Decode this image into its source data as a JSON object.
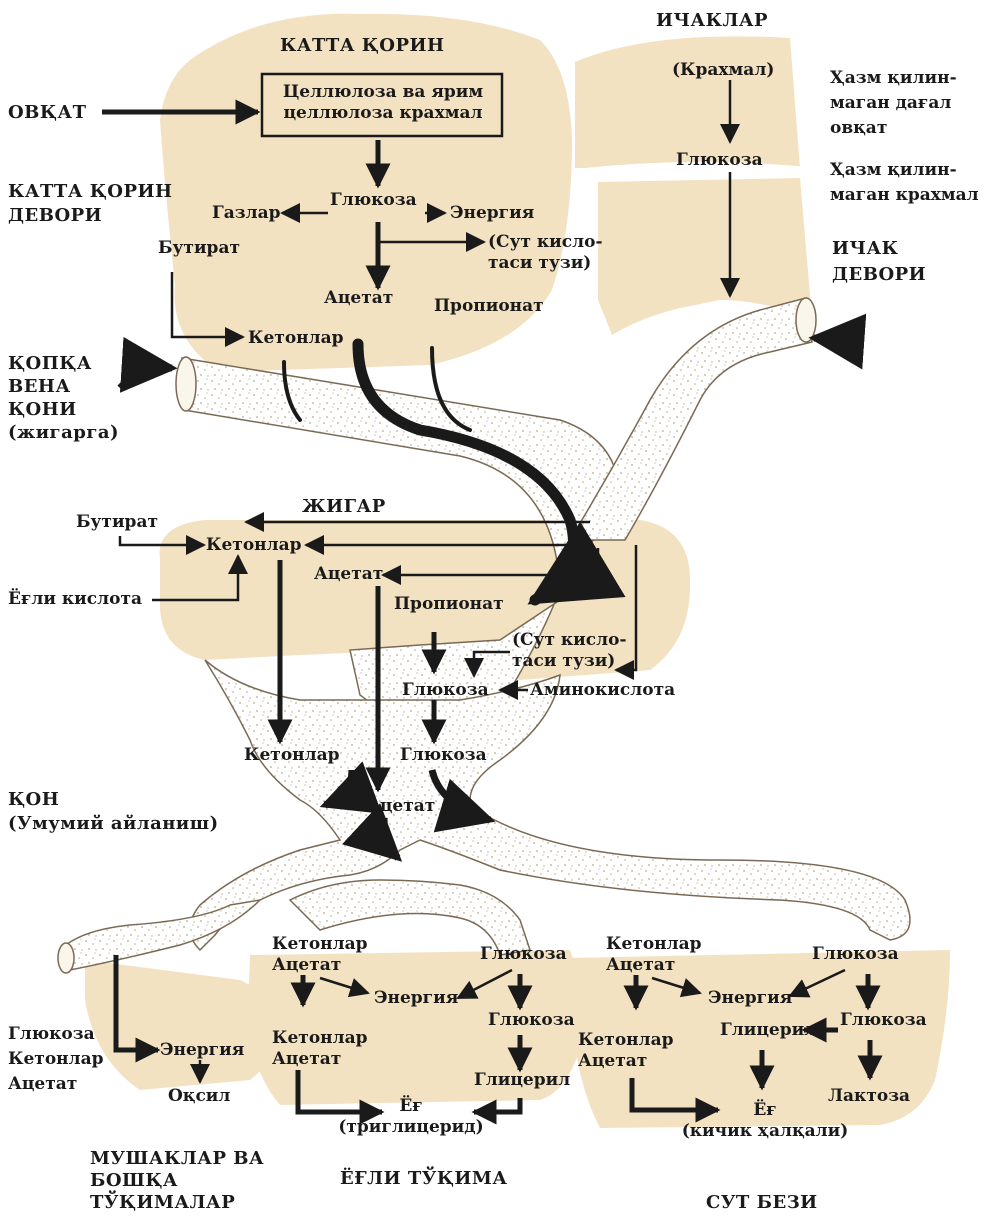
{
  "colors": {
    "organ": "#f3e2c2",
    "vessel": "#ffffff",
    "speck": "#b9a98a",
    "ink": "#1a1a1a"
  },
  "labels": {
    "katta_korin": "КАТТА ҚОРИН",
    "ichaklar": "ИЧАКЛАР",
    "ovqat": "ОВҚАТ",
    "box_cellulose": "Целлюлоза ва ярим\nцеллюлоза крахмал",
    "krahmal": "(Крахмал)",
    "undigested_feed": "Ҳазм қилин-\nмаган дағал\nовқат",
    "undigested_starch": "Ҳазм қилин-\nмаган крахмал",
    "glucose_rumen": "Глюкоза",
    "glucose_gut": "Глюкоза",
    "rumen_wall": "КАТТА ҚОРИН\nДЕВОРИ",
    "gazlar": "Газлар",
    "energiya_rumen": "Энергия",
    "butirat_rumen": "Бутират",
    "lactate_rumen": "(Сут кисло-\nтаси тузи)",
    "gut_wall": "ИЧАК\nДЕВОРИ",
    "acetat_rumen": "Ацетат",
    "propionat_rumen": "Пропионат",
    "ketonlar_rumen": "Кетонлар",
    "portal_vein": "ҚОПҚА\nВЕНА\nҚОНИ\n(жигарга)",
    "jigar": "ЖИГАР",
    "butirat_liver": "Бутират",
    "ketonlar_liver": "Кетонлар",
    "acetat_liver": "Ацетат",
    "fatty_acid": "Ёғли кислота",
    "propionat_liver": "Пропионат",
    "lactate_liver": "(Сут кисло-\nтаси тузи)",
    "glucose_liver": "Глюкоза",
    "aminokislota": "Аминокислота",
    "ketonlar_blood": "Кетонлар",
    "glucose_blood": "Глюкоза",
    "blood": "ҚОН\n(Умумий айланиш)",
    "acetat_blood": "Ацетат",
    "muscle_inputs": "Глюкоза\nКетонлар\nАцетат",
    "energiya_muscle": "Энергия",
    "oqsil": "Оқсил",
    "ketacet_adipose_top": "Кетонлар\nАцетат",
    "glucose_adipose_top": "Глюкоза",
    "energiya_adipose": "Энергия",
    "ketacet_adipose_bottom": "Кетонлар\nАцетат",
    "glucose_adipose_mid": "Глюкоза",
    "glycerol_adipose": "Глицерил",
    "fat_adipose": "Ёғ\n(триглицерид)",
    "ketacet_mammary_top": "Кетонлар\nАцетат",
    "glucose_mammary_top": "Глюкоза",
    "energiya_mammary": "Энергия",
    "glycerol_mammary": "Глицерил",
    "glucose_mammary_mid": "Глюкоза",
    "ketacet_mammary_bottom": "Кетонлар\nАцетат",
    "laktoza": "Лактоза",
    "fat_mammary": "Ёғ\n(кичик ҳалқали)",
    "muscles_title": "МУШАКЛАР ВА\nБОШҚА\nТЎҚИМАЛАР",
    "adipose_title": "ЁҒЛИ ТЎҚИМА",
    "mammary_title": "СУТ БЕЗИ"
  }
}
